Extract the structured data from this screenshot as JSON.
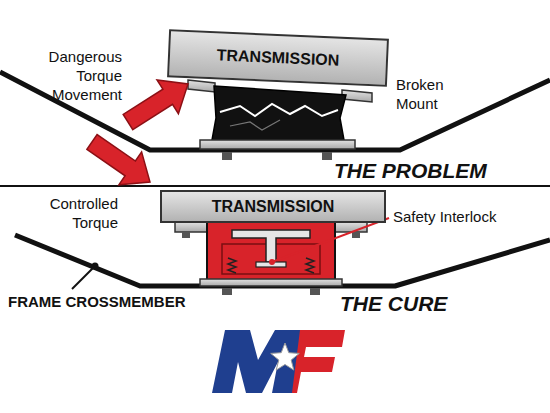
{
  "diagram": {
    "nodes": [
      {
        "text": [
          "TRANSMISSION"
        ]
      },
      {
        "text": [
          "TRANSMISSION"
        ]
      }
    ],
    "labels": [
      "Dangerous Torque Movement",
      "Broken Mount",
      "THE PROBLEM",
      "Controlled Torque",
      "Safety Interlock",
      "FRAME CROSSMEMBER",
      "THE CURE"
    ]
  }
}
